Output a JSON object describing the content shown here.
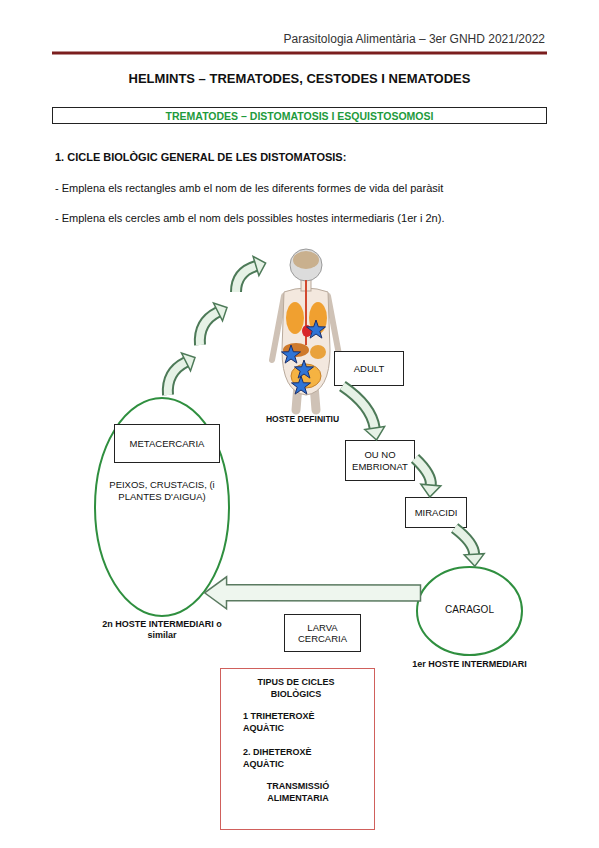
{
  "diagram": {
    "title": "HELMINTS – TREMATODES, CESTODES I NEMATODES",
    "nodes": [
      {
        "text": [
          "TREMATODES – DISTOMATOSIS I ESQUISTOSOMOSI"
        ]
      },
      {
        "text": [
          "ADULT"
        ]
      },
      {
        "text": [
          "PEIXOS, CRUSTACIS, (i PLANTES D'AIGUA)",
          "2n HOSTE INTERMEDIARI o similar"
        ]
      },
      {
        "text": [
          "METACERCARIA"
        ],
        "in": 2
      },
      {
        "text": [
          "OU NO EMBRIONAT"
        ]
      },
      {
        "text": [
          "MIRACIDI"
        ]
      },
      {
        "text": [
          "CARAGOL",
          "1er HOSTE INTERMEDIARI"
        ]
      },
      {
        "text": [
          "LARVA CERCARIA"
        ]
      },
      {
        "text": [
          "TIPUS DE CICLES BIOLÒGICS",
          "1 TRIHETEROXÈ AQUÀTIC",
          "2. DIHETEROXÈ AQUÀTIC",
          "TRANSMISSIÓ ALIMENTARIA"
        ]
      }
    ],
    "edges": [
      {
        "from": 1,
        "to": 4,
        "arrow": "to"
      },
      {
        "from": 4,
        "to": 5,
        "arrow": "to"
      },
      {
        "from": 5,
        "to": 6,
        "arrow": "to"
      },
      {
        "from": 6,
        "to": 2,
        "arrow": "to"
      }
    ],
    "labels": [
      "Parasitologia Alimentària – 3er GNHD 2021/2022",
      "1. CICLE BIOLÒGIC GENERAL DE LES DISTOMATOSIS:",
      "- Emplena els rectangles amb el nom de les diferents formes de vida del paràsit",
      "- Emplena els cercles amb el nom dels possibles hostes intermediaris (1er i 2n).",
      "HOSTE DEFINITIU"
    ]
  }
}
